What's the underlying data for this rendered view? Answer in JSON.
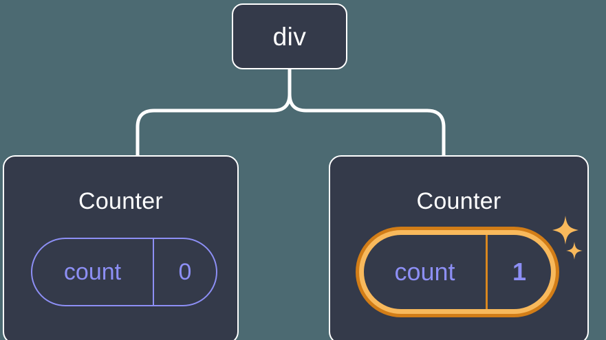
{
  "diagram": {
    "type": "component-tree",
    "background_color": "#4c6a72",
    "node_fill_color": "#343a4a",
    "node_border_color": "#ffffff",
    "accent_color": "#8d8ff5",
    "highlight_color": "#f8b95c",
    "highlight_shadow_color": "#d27d17",
    "root": {
      "tag": "div",
      "label": "div"
    },
    "children": [
      {
        "name": "counter-left",
        "title": "Counter",
        "state": {
          "key": "count",
          "value": "0"
        },
        "highlighted": false
      },
      {
        "name": "counter-right",
        "title": "Counter",
        "state": {
          "key": "count",
          "value": "1"
        },
        "highlighted": true,
        "decorations": [
          "sparkle-large",
          "sparkle-small"
        ]
      }
    ]
  }
}
